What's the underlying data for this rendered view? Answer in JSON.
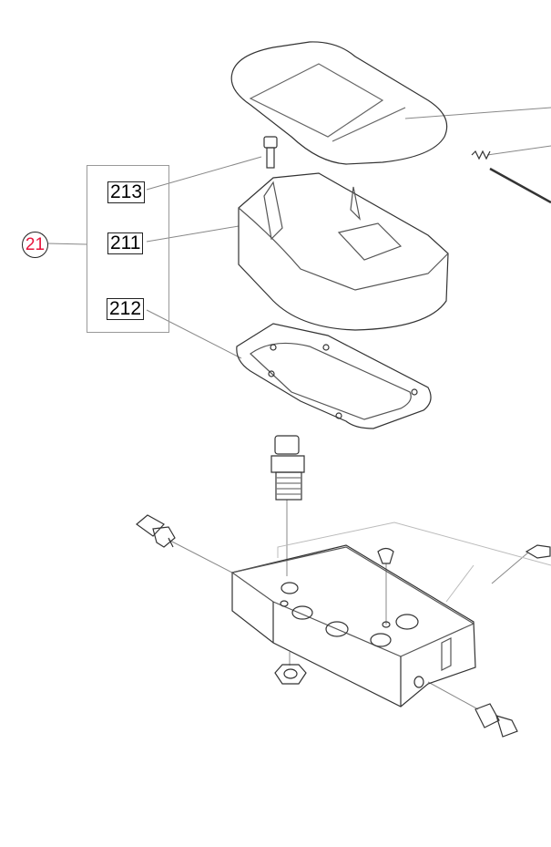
{
  "assembly": {
    "number": "21",
    "color": "#e8143c"
  },
  "callouts": [
    {
      "id": "213",
      "part": "screw"
    },
    {
      "id": "211",
      "part": "housing"
    },
    {
      "id": "212",
      "part": "gasket"
    }
  ]
}
